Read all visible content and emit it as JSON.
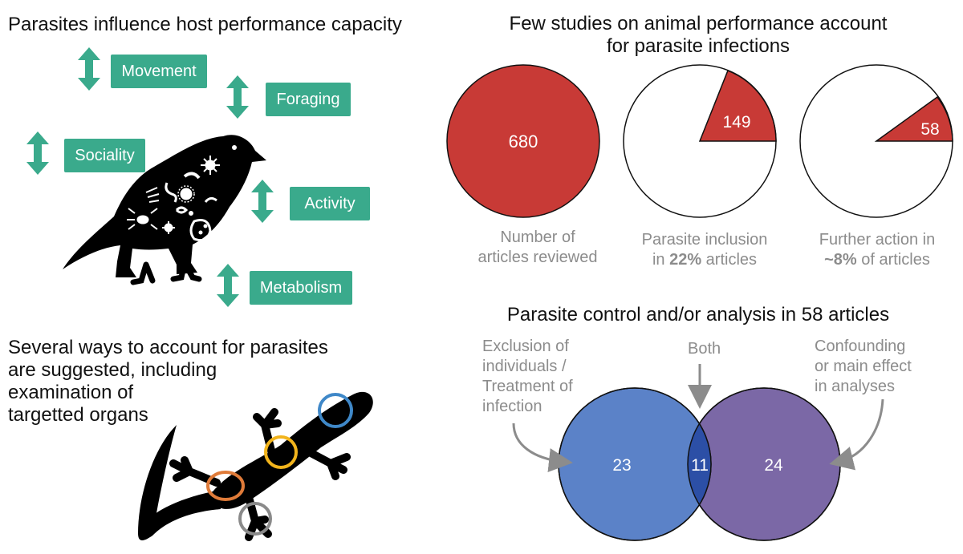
{
  "left": {
    "title": "Parasites influence host performance capacity",
    "effects": [
      "Movement",
      "Foraging",
      "Sociality",
      "Activity",
      "Metabolism"
    ],
    "methods_title": [
      "Several ways to account for parasites",
      "are suggested, including",
      "examination of",
      "targetted organs"
    ]
  },
  "right": {
    "title_lines": [
      "Few studies on animal performance account",
      "for parasite infections"
    ],
    "pies": [
      {
        "value": "680",
        "caption_line1": "Number of",
        "caption_line2": "articles reviewed"
      },
      {
        "value": "149",
        "caption_line1": "Parasite inclusion",
        "caption_pre": "in ",
        "caption_bold": "22%",
        "caption_post": " articles"
      },
      {
        "value": "58",
        "caption_line1": "Further action in",
        "caption_pre": "",
        "caption_bold": "~8%",
        "caption_post": " of articles"
      }
    ],
    "venn_title": "Parasite control and/or analysis in 58 articles",
    "venn": {
      "left_label": [
        "Exclusion of",
        "individuals /",
        "Treatment of",
        "infection"
      ],
      "middle_label": "Both",
      "right_label": [
        "Confounding",
        "or main effect",
        "in analyses"
      ],
      "left_value": "23",
      "overlap_value": "11",
      "right_value": "24"
    }
  },
  "colors": {
    "teal": "#3aaa8c",
    "red": "#c83a36",
    "blue": "#5b82c8",
    "purple": "#7b68a6",
    "overlap": "#2c4fa6",
    "gray_text": "#8c8c8c",
    "organ_blue": "#3f88c8",
    "organ_yellow": "#f2b41c",
    "organ_orange": "#e07b39",
    "organ_gray": "#8a8a8a"
  },
  "icons": [
    "double-arrow-icon",
    "bird-silhouette",
    "gecko-silhouette",
    "parasite-icons"
  ]
}
